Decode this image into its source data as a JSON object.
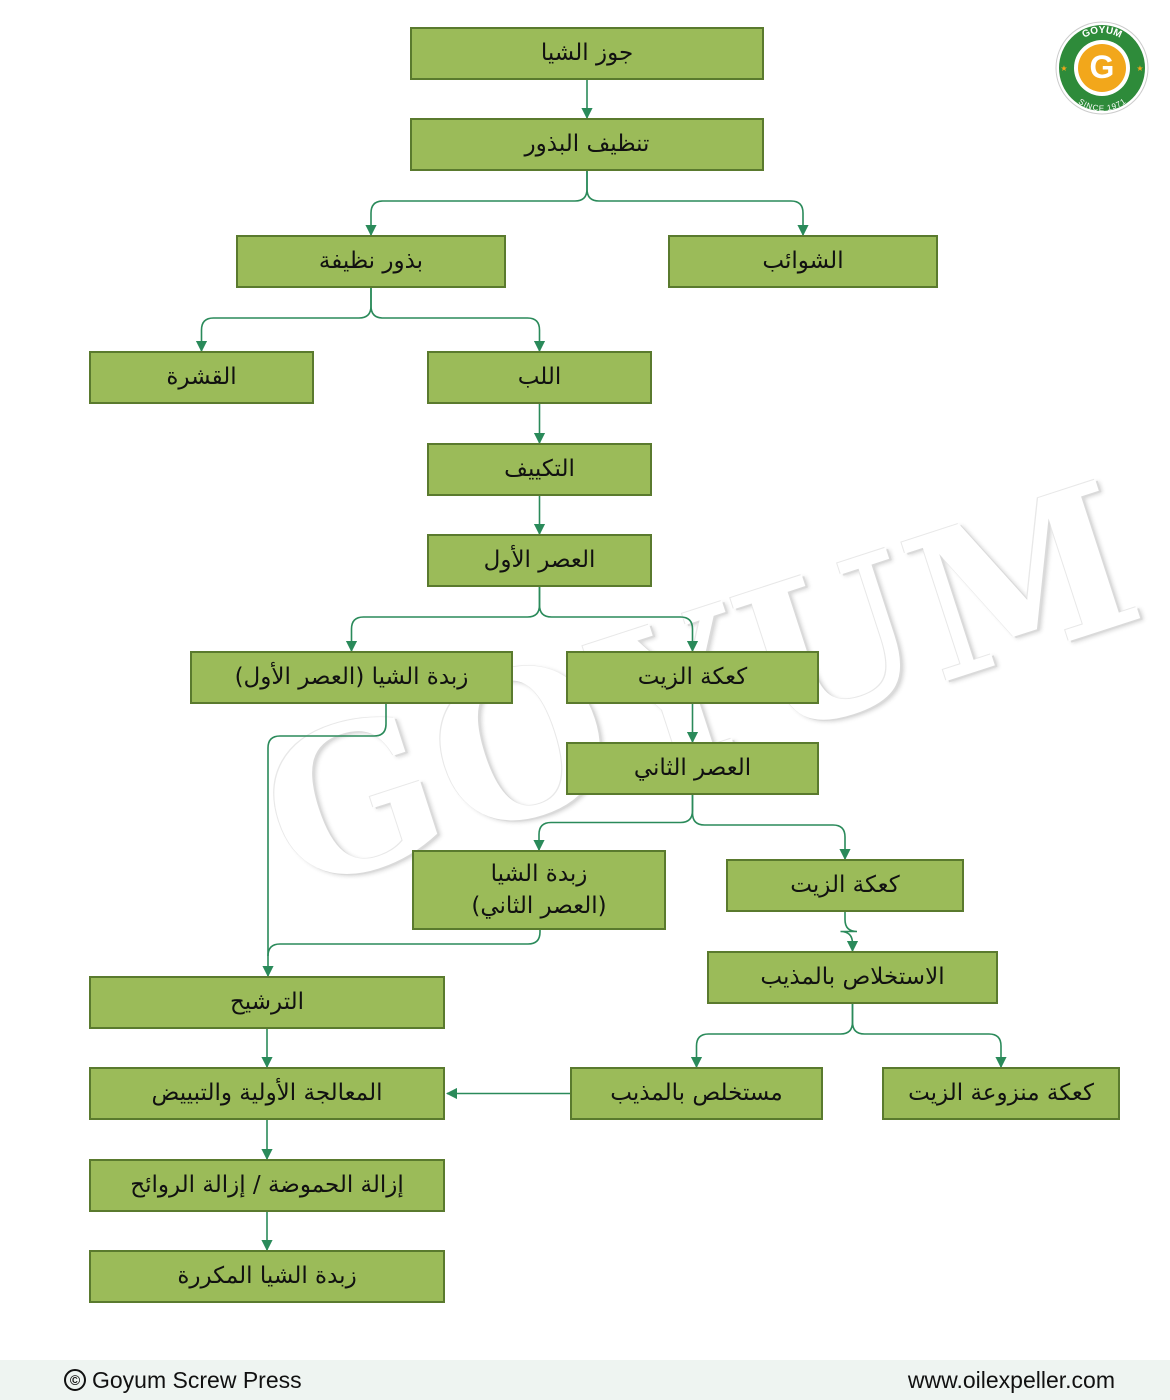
{
  "watermark": "GOYUM",
  "logo": {
    "brand": "GOYUM",
    "letter": "G",
    "since": "SINCE 1971",
    "ring_color": "#2e8b3a",
    "inner_color": "#f2a71b"
  },
  "nodes": {
    "shea_nuts": "جوز الشيا",
    "seed_cleaning": "تنظيف البذور",
    "clean_seeds": "بذور نظيفة",
    "impurities": "الشوائب",
    "husk": "القشرة",
    "kernel": "اللب",
    "conditioning": "التكييف",
    "first_press": "العصر الأول",
    "shea_butter_first": "زبدة الشيا (العصر الأول)",
    "oil_cake_1": "كعكة الزيت",
    "second_press": "العصر الثاني",
    "shea_butter_second": "زبدة الشيا\n(العصر الثاني)",
    "oil_cake_2": "كعكة الزيت",
    "solvent_extraction": "الاستخلاص بالمذيب",
    "filtration": "الترشيح",
    "degumming_bleaching": "المعالجة الأولية والتبييض",
    "solvent_extract": "مستخلص بالمذيب",
    "deoiled_cake": "كعكة منزوعة الزيت",
    "deacid_deodor": "إزالة الحموضة / إزالة الروائح",
    "refined_butter": "زبدة الشيا المكررة"
  },
  "colors": {
    "node_fill": "#9bbb59",
    "node_border": "#5a7a2e",
    "connector": "#2a8a5a"
  },
  "footer": {
    "copyright_icon": "©",
    "left": "Goyum Screw Press",
    "right": "www.oilexpeller.com"
  }
}
